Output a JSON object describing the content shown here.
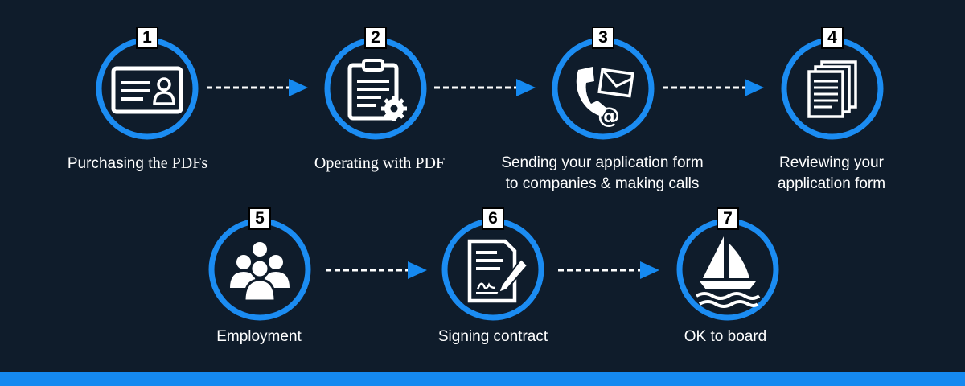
{
  "colors": {
    "background": "#0f1c2b",
    "accent": "#1589f0",
    "ring": "#1b8cf2",
    "text": "#ffffff"
  },
  "steps": [
    {
      "number": "1",
      "icon": "id-card-icon",
      "label_a": "Purchasing ",
      "label_b": "the PDFs"
    },
    {
      "number": "2",
      "icon": "clipboard-gear-icon",
      "label_b": "Operating with PDF"
    },
    {
      "number": "3",
      "icon": "phone-email-icon",
      "line1": "Sending your application form",
      "line2": "to companies &  making calls"
    },
    {
      "number": "4",
      "icon": "documents-stack-icon",
      "line1": "Reviewing your",
      "line2": "application form"
    },
    {
      "number": "5",
      "icon": "people-group-icon",
      "label": "Employment"
    },
    {
      "number": "6",
      "icon": "signed-contract-icon",
      "label": "Signing contract"
    },
    {
      "number": "7",
      "icon": "sailboat-icon",
      "label": "OK to board"
    }
  ]
}
